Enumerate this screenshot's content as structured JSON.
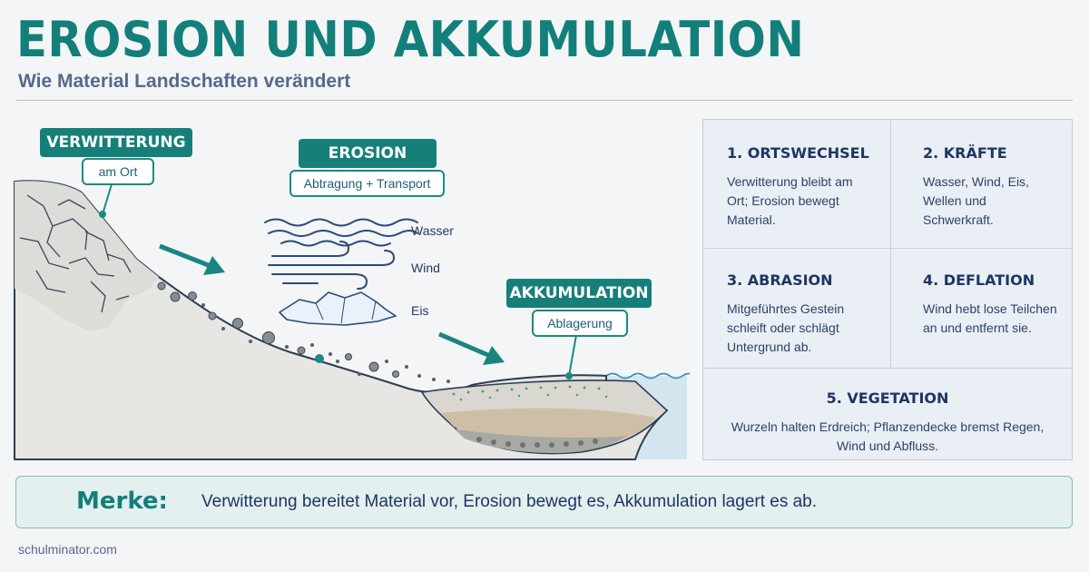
{
  "header": {
    "title": "EROSION UND AKKUMULATION",
    "subtitle": "Wie Material Landschaften verändert"
  },
  "diagram": {
    "verwitterung": {
      "title": "VERWITTERUNG",
      "sub": "am Ort"
    },
    "erosion": {
      "title": "EROSION",
      "sub": "Abtragung + Transport"
    },
    "akkumulation": {
      "title": "AKKUMULATION",
      "sub": "Ablagerung"
    },
    "media": [
      {
        "label": "Wasser",
        "icon": "water-waves-icon"
      },
      {
        "label": "Wind",
        "icon": "wind-gust-icon"
      },
      {
        "label": "Eis",
        "icon": "ice-floe-icon"
      }
    ]
  },
  "panel": {
    "cells": [
      {
        "heading": "1. ORTSWECHSEL",
        "text": "Verwitterung bleibt am Ort; Erosion bewegt Material."
      },
      {
        "heading": "2. KRÄFTE",
        "text": "Wasser, Wind, Eis, Wellen und Schwerkraft."
      },
      {
        "heading": "3. ABRASION",
        "text": "Mitgeführtes Gestein schleift oder schlägt Untergrund ab."
      },
      {
        "heading": "4. DEFLATION",
        "text": "Wind hebt lose Teilchen an und entfernt sie."
      },
      {
        "heading": "5. VEGETATION",
        "text": "Wurzeln halten Erdreich; Pflanzendecke bremst Regen, Wind und Abfluss."
      }
    ]
  },
  "merke": {
    "label": "Merke:",
    "text": "Verwitterung bereitet Material vor, Erosion bewegt es, Akkumulation lagert es ab."
  },
  "footer": {
    "site": "schulminator.com"
  },
  "colors": {
    "accent": "#137f7a",
    "navy": "#1f3562",
    "water": "#d3e6ef",
    "panel": "#eaeff5"
  }
}
